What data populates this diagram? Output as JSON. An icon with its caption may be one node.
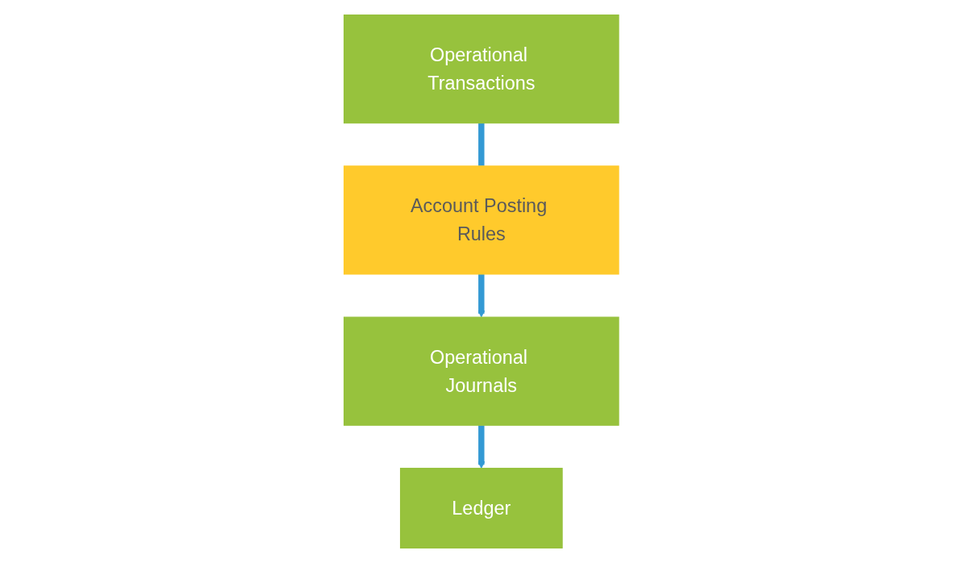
{
  "diagram": {
    "nodes": [
      {
        "text": [
          "Operational Transactions"
        ]
      },
      {
        "text": [
          "Account Posting Rules"
        ]
      },
      {
        "text": [
          "Operational Journals"
        ]
      },
      {
        "text": [
          "Ledger"
        ]
      }
    ],
    "edges": [
      {
        "from": 0,
        "to": 1,
        "arrow": "none"
      },
      {
        "from": 1,
        "to": 2,
        "arrow": "to"
      },
      {
        "from": 2,
        "to": 3,
        "arrow": "to"
      }
    ]
  }
}
